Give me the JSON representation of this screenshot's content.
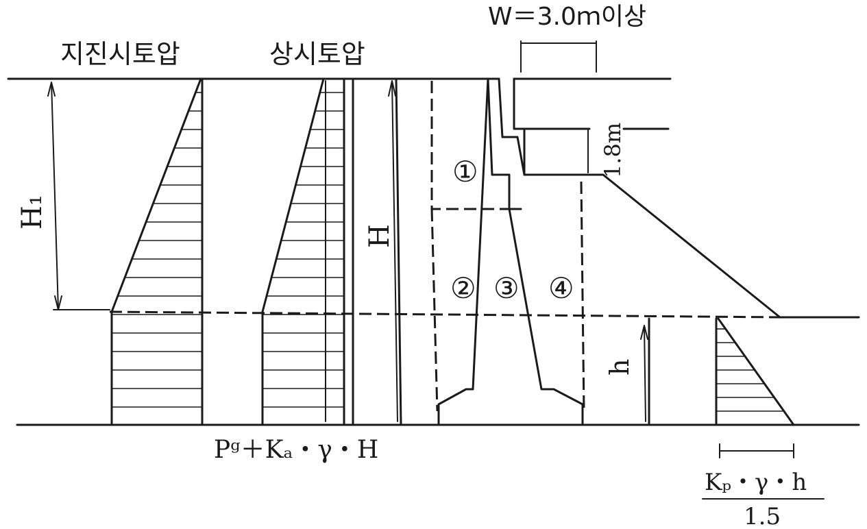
{
  "labels": {
    "seismic_pressure": "지진시토압",
    "normal_pressure": "상시토압",
    "width": "W＝3.0ｍ이상",
    "height_1_8": "1.8m",
    "H1": "H₁",
    "H": "H",
    "h": "h",
    "circle1": "①",
    "circle2": "②",
    "circle3": "③",
    "circle4": "④",
    "active_formula": "Pᵍ＋Kₐ・γ・H",
    "passive_formula_num": "Kₚ・γ・h",
    "passive_formula_den": "1.5"
  }
}
